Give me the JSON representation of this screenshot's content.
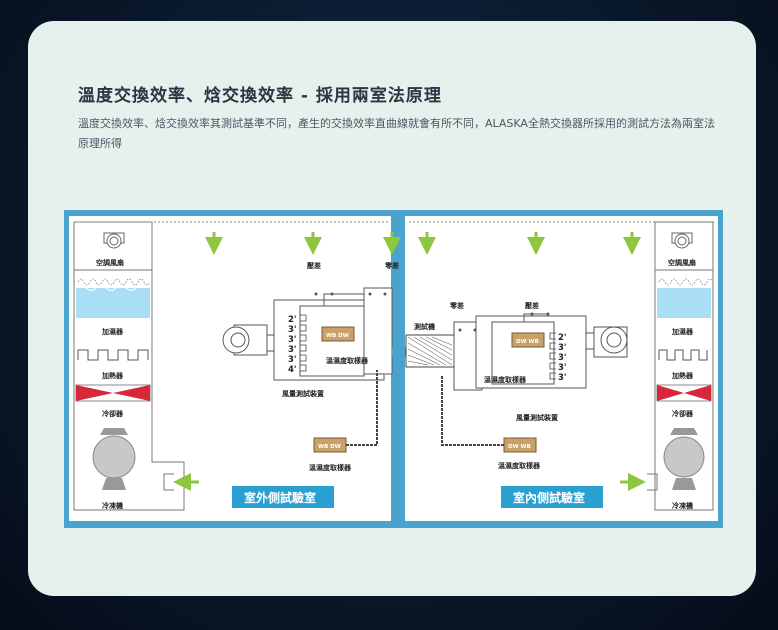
{
  "title": "溫度交換效率、焓交換效率 - 採用兩室法原理",
  "description": "溫度交換效率、焓交換效率其測試基準不同，產生的交換效率直曲線就會有所不同，ALASKA全熱交換器所採用的測試方法為兩室法原理所得",
  "diagram": {
    "left": {
      "fan_label": "空調風扇",
      "humidifier_label": "加濕器",
      "heater_label": "加熱器",
      "cooler_label": "冷卻器",
      "chiller_label": "冷凍機",
      "pressure_diff_label": "壓差",
      "zero_diff_label": "零差",
      "temp_sampler_label": "溫濕度取樣器",
      "airflow_device_label": "風量測試裝置",
      "sampler_label": "溫濕度取樣器",
      "room_label": "室外側試驗室",
      "ports": [
        "2'",
        "3'",
        "3'",
        "3'",
        "3'",
        "4'"
      ],
      "box_text": "WB DW",
      "box2_text": "WB DW"
    },
    "center": {
      "tester_label": "測試機"
    },
    "right": {
      "fan_label": "空調風扇",
      "humidifier_label": "加濕器",
      "heater_label": "加熱器",
      "cooler_label": "冷卻器",
      "chiller_label": "冷凍機",
      "pressure_diff_label": "壓差",
      "zero_diff_label": "零差",
      "temp_sampler_label": "溫濕度取樣器",
      "airflow_device_label": "風量測試裝置",
      "sampler_label": "溫濕度取樣器",
      "room_label": "室內側試驗室",
      "ports": [
        "2'",
        "3'",
        "3'",
        "3'",
        "3'"
      ],
      "box_text": "DW WB",
      "box2_text": "DW WB"
    },
    "colors": {
      "frame": "#4aa3cc",
      "arrow": "#8dc63f",
      "room_label_bg": "#2a9fd0",
      "humidifier": "#a9def5",
      "cooler": "#d8263a",
      "box": "#c8a16b"
    }
  }
}
